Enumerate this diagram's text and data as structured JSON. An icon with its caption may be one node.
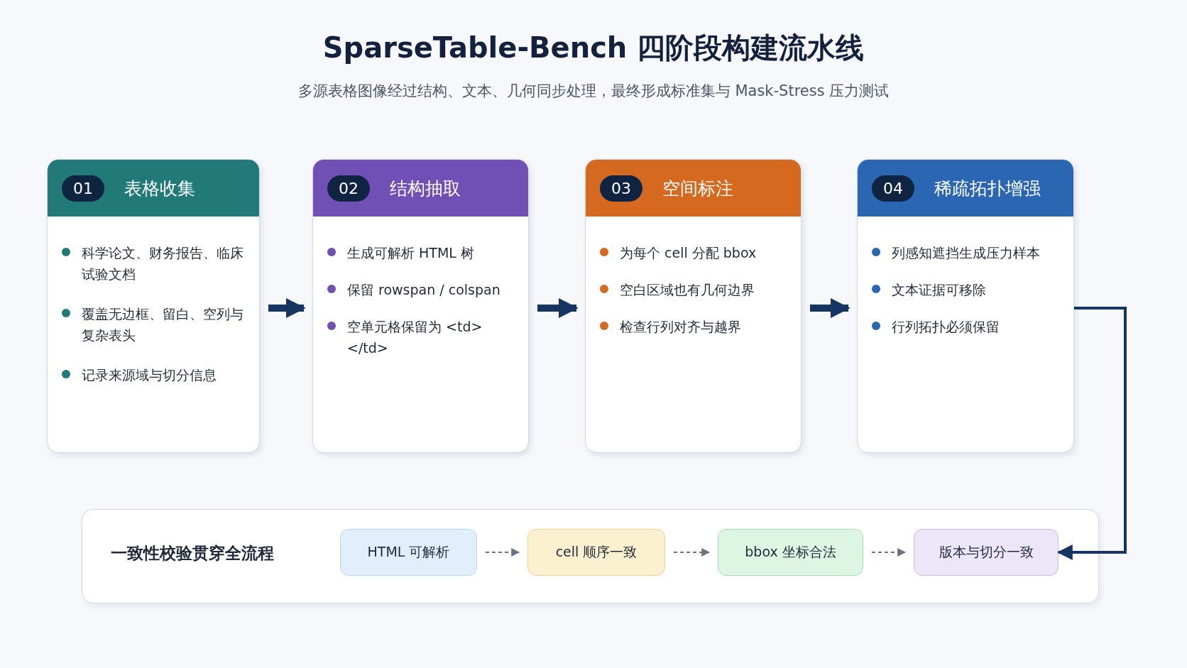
{
  "diagram": {
    "title": "SparseTable-Bench 四阶段构建流水线",
    "labels": [
      "多源表格图像经过结构、文本、几何同步处理，最终形成标准集与 Mask-Stress 压力测试"
    ],
    "nodes": [
      {
        "text": [
          "01",
          "表格收集",
          "科学论文、财务报告、临床试验文档",
          "覆盖无边框、留白、空列与复杂表头",
          "记录来源域与切分信息"
        ]
      },
      {
        "text": [
          "02",
          "结构抽取",
          "生成可解析 HTML 树",
          "保留 rowspan / colspan",
          "空单元格保留为 <td></td>"
        ]
      },
      {
        "text": [
          "03",
          "空间标注",
          "为每个 cell 分配 bbox",
          "空白区域也有几何边界",
          "检查行列对齐与越界"
        ]
      },
      {
        "text": [
          "04",
          "稀疏拓扑增强",
          "列感知遮挡生成压力样本",
          "文本证据可移除",
          "行列拓扑必须保留"
        ]
      },
      {
        "text": [
          "一致性校验贯穿全流程"
        ]
      },
      {
        "text": [
          "HTML 可解析"
        ],
        "in": 4
      },
      {
        "text": [
          "cell 顺序一致"
        ],
        "in": 4
      },
      {
        "text": [
          "bbox 坐标合法"
        ],
        "in": 4
      },
      {
        "text": [
          "版本与切分一致"
        ],
        "in": 4
      }
    ],
    "edges": [
      {
        "from": 0,
        "to": 1,
        "arrow": "to",
        "style": "thick"
      },
      {
        "from": 1,
        "to": 2,
        "arrow": "to",
        "style": "thick"
      },
      {
        "from": 2,
        "to": 3,
        "arrow": "to",
        "style": "thick"
      },
      {
        "from": 3,
        "to": 8,
        "arrow": "to"
      },
      {
        "from": 5,
        "to": 6,
        "arrow": "to",
        "style": "dashed",
        "color": "#6b7280"
      },
      {
        "from": 6,
        "to": 7,
        "arrow": "to",
        "style": "dashed",
        "color": "#6b7280"
      },
      {
        "from": 7,
        "to": 8,
        "arrow": "to",
        "style": "dashed",
        "color": "#6b7280"
      }
    ]
  }
}
